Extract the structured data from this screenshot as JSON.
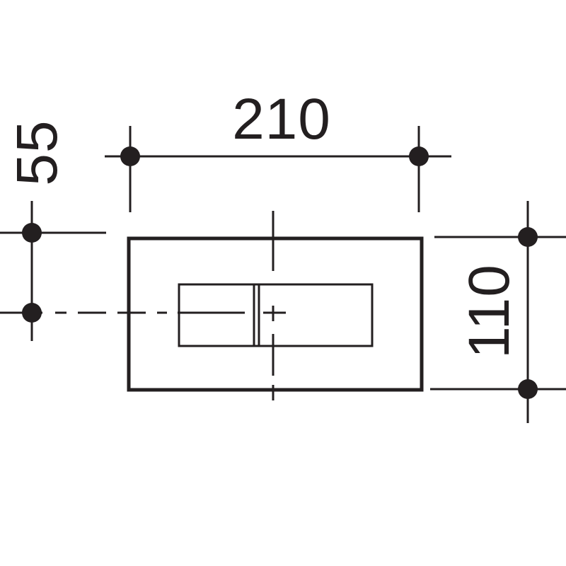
{
  "dimensions": {
    "width_label": "210",
    "height_label": "110",
    "offset_label": "55"
  },
  "colors": {
    "ink": "#231f20",
    "background": "#ffffff"
  }
}
